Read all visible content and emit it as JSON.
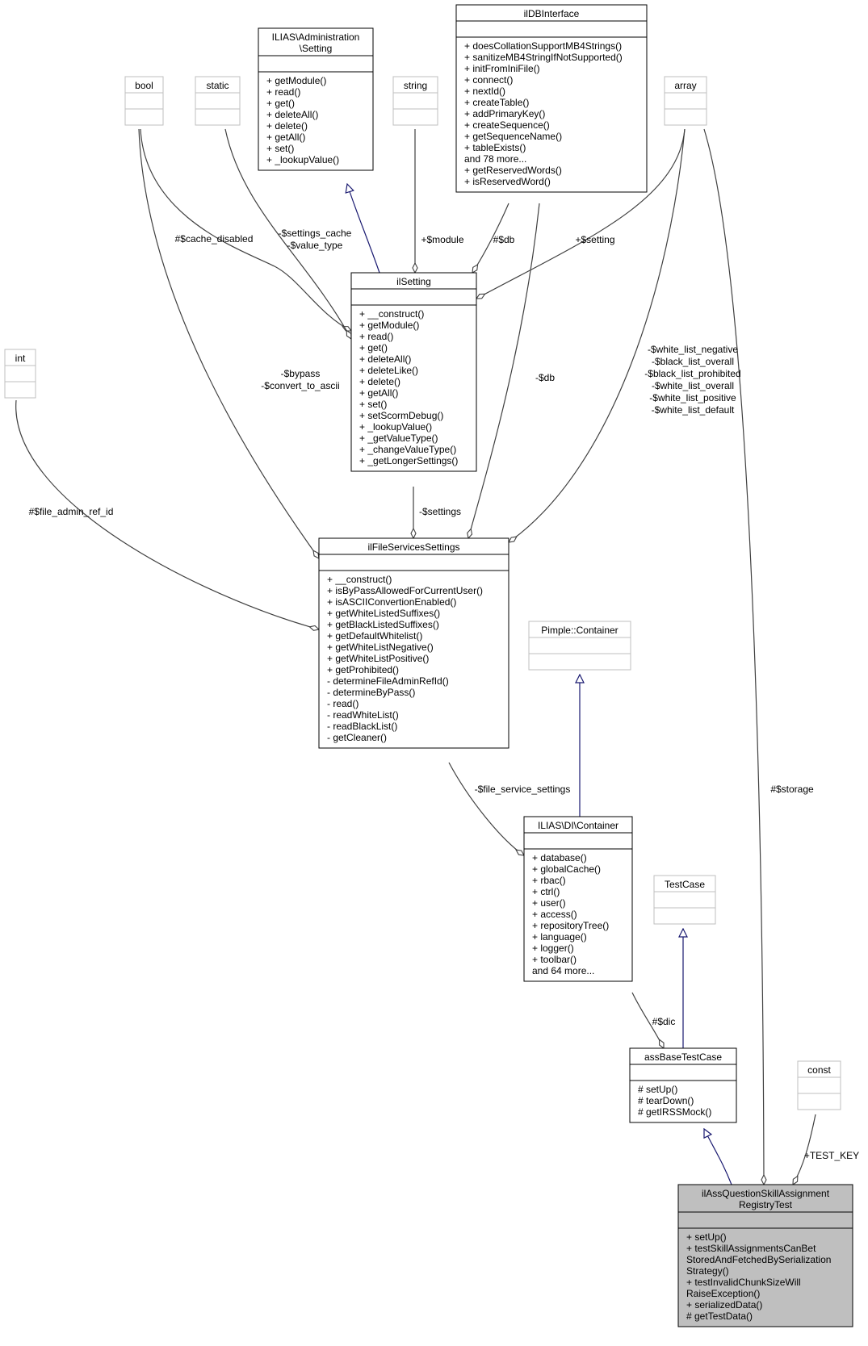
{
  "classes": {
    "ilias_admin_setting": {
      "title": [
        "ILIAS\\Administration",
        "\\Setting"
      ],
      "attributes": [],
      "methods": [
        "+ getModule()",
        "+ read()",
        "+ get()",
        "+ deleteAll()",
        "+ delete()",
        "+ getAll()",
        "+ set()",
        "+ _lookupValue()"
      ]
    },
    "ildbinterface": {
      "title": [
        "ilDBInterface"
      ],
      "attributes": [],
      "methods": [
        "+ doesCollationSupportMB4Strings()",
        "+ sanitizeMB4StringIfNotSupported()",
        "+ initFromIniFile()",
        "+ connect()",
        "+ nextId()",
        "+ createTable()",
        "+ addPrimaryKey()",
        "+ createSequence()",
        "+ getSequenceName()",
        "+ tableExists()",
        "and 78 more...",
        "+ getReservedWords()",
        "+ isReservedWord()"
      ]
    },
    "bool": {
      "title": [
        "bool"
      ],
      "attributes": [],
      "methods": []
    },
    "static": {
      "title": [
        "static"
      ],
      "attributes": [],
      "methods": []
    },
    "string": {
      "title": [
        "string"
      ],
      "attributes": [],
      "methods": []
    },
    "array": {
      "title": [
        "array"
      ],
      "attributes": [],
      "methods": []
    },
    "int": {
      "title": [
        "int"
      ],
      "attributes": [],
      "methods": []
    },
    "ilsetting": {
      "title": [
        "ilSetting"
      ],
      "attributes": [],
      "methods": [
        "+ __construct()",
        "+ getModule()",
        "+ read()",
        "+ get()",
        "+ deleteAll()",
        "+ deleteLike()",
        "+ delete()",
        "+ getAll()",
        "+ set()",
        "+ setScormDebug()",
        "+ _lookupValue()",
        "+ _getValueType()",
        "+ _changeValueType()",
        "+ _getLongerSettings()"
      ]
    },
    "ilfileservicessettings": {
      "title": [
        "ilFileServicesSettings"
      ],
      "attributes": [],
      "methods": [
        "+ __construct()",
        "+ isByPassAllowedForCurrentUser()",
        "+ isASCIIConvertionEnabled()",
        "+ getWhiteListedSuffixes()",
        "+ getBlackListedSuffixes()",
        "+ getDefaultWhitelist()",
        "+ getWhiteListNegative()",
        "+ getWhiteListPositive()",
        "+ getProhibited()",
        "- determineFileAdminRefId()",
        "- determineByPass()",
        "- read()",
        "- readWhiteList()",
        "- readBlackList()",
        "- getCleaner()"
      ]
    },
    "pimple_container": {
      "title": [
        "Pimple::Container"
      ],
      "attributes": [],
      "methods": []
    },
    "ilias_di_container": {
      "title": [
        "ILIAS\\DI\\Container"
      ],
      "attributes": [],
      "methods": [
        "+ database()",
        "+ globalCache()",
        "+ rbac()",
        "+ ctrl()",
        "+ user()",
        "+ access()",
        "+ repositoryTree()",
        "+ language()",
        "+ logger()",
        "+ toolbar()",
        "and 64 more..."
      ]
    },
    "testcase": {
      "title": [
        "TestCase"
      ],
      "attributes": [],
      "methods": []
    },
    "assbasetestcase": {
      "title": [
        "assBaseTestCase"
      ],
      "attributes": [],
      "methods": [
        "# setUp()",
        "# tearDown()",
        "# getIRSSMock()"
      ]
    },
    "const": {
      "title": [
        "const"
      ],
      "attributes": [],
      "methods": []
    },
    "main": {
      "title": [
        "ilAssQuestionSkillAssignment",
        "RegistryTest"
      ],
      "attributes": [],
      "methods": [
        "+ setUp()",
        "+ testSkillAssignmentsCanBet",
        "StoredAndFetchedBySerialization",
        "Strategy()",
        "+ testInvalidChunkSizeWill",
        "RaiseException()",
        "+ serializedData()",
        "# getTestData()"
      ]
    }
  },
  "edge_labels": {
    "cache_disabled": [
      "#$cache_disabled"
    ],
    "settings_cache": [
      "-$settings_cache",
      "-$value_type"
    ],
    "module": [
      "+$module"
    ],
    "db_setting": [
      "#$db"
    ],
    "setting": [
      "+$setting"
    ],
    "bypass": [
      "-$bypass",
      "-$convert_to_ascii"
    ],
    "db_fss": [
      "-$db"
    ],
    "white_list": [
      "-$white_list_negative",
      "-$black_list_overall",
      "-$black_list_prohibited",
      "-$white_list_overall",
      "-$white_list_positive",
      "-$white_list_default"
    ],
    "file_admin": [
      "#$file_admin_ref_id"
    ],
    "settings": [
      "-$settings"
    ],
    "file_service_settings": [
      "-$file_service_settings"
    ],
    "storage": [
      "#$storage"
    ],
    "dic": [
      "#$dic"
    ],
    "test_key": [
      "+TEST_KEY"
    ]
  },
  "colors": {
    "association_edge": "#404040",
    "inheritance_edge": "#191970",
    "focus_fill": "#bfbfbf",
    "external_border": "#bfbfbf"
  }
}
